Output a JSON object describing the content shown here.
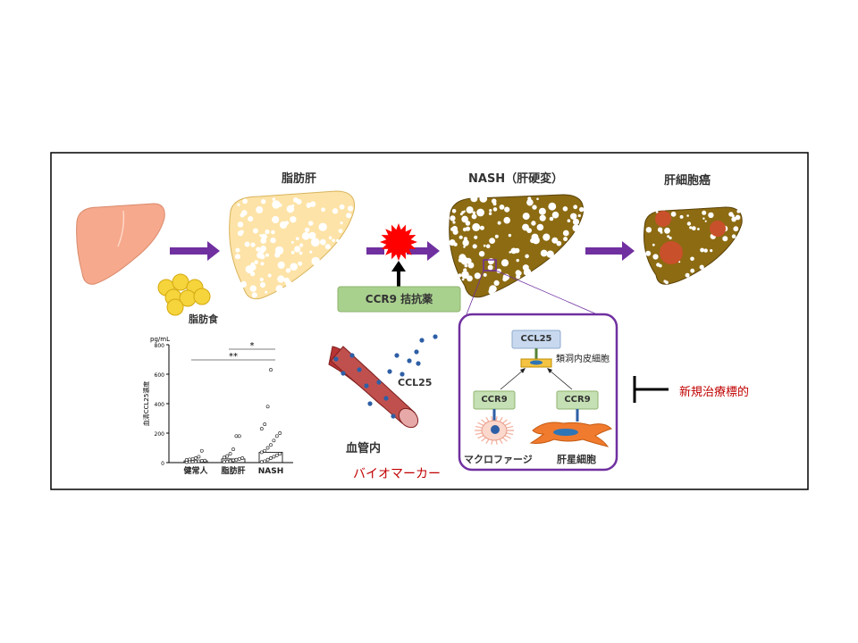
{
  "stages": [
    {
      "label": "",
      "fill": "#f6a98c"
    },
    {
      "label": "脂肪肝",
      "fill": "#fde3a7"
    },
    {
      "label": "NASH（肝硬変）",
      "fill": "#8c6b12"
    },
    {
      "label": "肝細胞癌",
      "fill": "#8c6b12"
    }
  ],
  "fat_diet_label": "脂肪食",
  "drug_label": "CCR9 拮抗薬",
  "vessel_label": "血管内",
  "ccl25_label": "CCL25",
  "biomarker_label": "バイオマーカー",
  "inset": {
    "ccl25_box": "CCL25",
    "lsec_label": "類洞内皮細胞",
    "ccr9_macrophage": "CCR9",
    "ccr9_stellate": "CCR9",
    "macrophage_label": "マクロファージ",
    "stellate_label": "肝星細胞"
  },
  "target_label": "新規治療標的",
  "colors": {
    "arrow": "#7030a0",
    "drug_box": "#a9d18e",
    "inhibitor": "#ff0000",
    "biomarker_text": "#c00000",
    "inset_border": "#7030a0"
  },
  "chart_data": {
    "type": "scatter",
    "title": "",
    "unit_label": "pg/mL",
    "ylabel": "血清CCL25濃度",
    "categories": [
      "健常人",
      "脂肪肝",
      "NASH"
    ],
    "ylim": [
      0,
      800
    ],
    "yticks": [
      0,
      200,
      400,
      600,
      800
    ],
    "bar_means": [
      12,
      25,
      70
    ],
    "series": [
      {
        "values": [
          3,
          5,
          6,
          8,
          10,
          12,
          14,
          18,
          22,
          25,
          30,
          40,
          80
        ]
      },
      {
        "values": [
          5,
          8,
          10,
          15,
          20,
          25,
          30,
          35,
          45,
          60,
          90,
          180,
          180
        ]
      },
      {
        "values": [
          5,
          10,
          20,
          30,
          40,
          50,
          60,
          70,
          80,
          100,
          120,
          150,
          180,
          200,
          230,
          260,
          380,
          630
        ]
      }
    ],
    "significance": [
      {
        "label": "*",
        "from": 1,
        "to": 2
      },
      {
        "label": "**",
        "from": 0,
        "to": 2
      }
    ]
  }
}
